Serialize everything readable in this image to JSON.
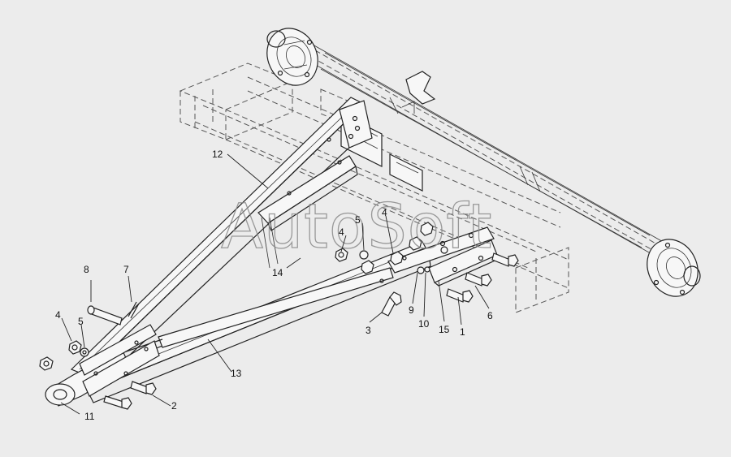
{
  "watermark": "AutoSoft",
  "callouts": {
    "c1": "1",
    "c2": "2",
    "c3": "3",
    "c4a": "4",
    "c4b": "4",
    "c4c": "4",
    "c5a": "5",
    "c5b": "5",
    "c6": "6",
    "c7": "7",
    "c8": "8",
    "c9": "9",
    "c10": "10",
    "c11": "11",
    "c12": "12",
    "c13": "13",
    "c14": "14",
    "c15": "15"
  }
}
